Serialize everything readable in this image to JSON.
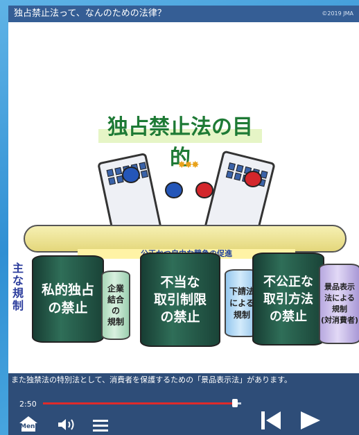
{
  "window": {
    "title": "独占禁止法って、なんのための法律？",
    "copyright": "©2019 JMA"
  },
  "slide": {
    "heading": "独占禁止法の目的",
    "promotion_band": "公正かつ自由な競争の促進",
    "side_label": "主\nな\n規\n制",
    "pillars": [
      {
        "label": "私的独占\nの禁止"
      },
      {
        "label": "企業\n結合\nの\n規制"
      },
      {
        "label": "不当な\n取引制限\nの禁止"
      },
      {
        "label": "下請法\nによる\n規制"
      },
      {
        "label": "不公正な\n取引方法\nの禁止"
      },
      {
        "label": "景品表示\n法による\n規制\n(対消費者)"
      }
    ]
  },
  "caption": "また独禁法の特別法として、消費者を保護するための「景品表示法」があります。",
  "player": {
    "time": "2:50",
    "progress": 0.97,
    "menu_label": "Menu",
    "colors": {
      "bar": "#2e4d78",
      "progress": "#e02a2a"
    }
  }
}
